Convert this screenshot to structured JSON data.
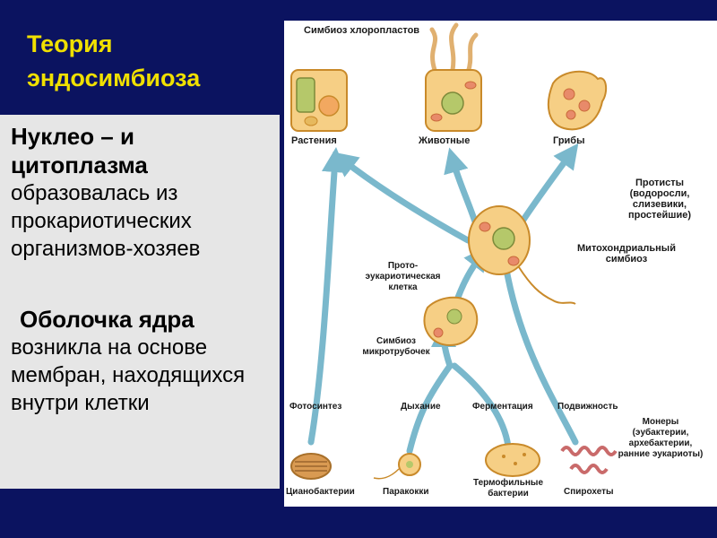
{
  "slide": {
    "title_line1": "Теория",
    "title_line2": "эндосимбиоза",
    "block1": {
      "bold": "Нуклео – и цитоплазма",
      "text": "образовалась из прокариотических организмов-хозяев"
    },
    "block2": {
      "bold": "Оболочка ядра",
      "text": "возникла на основе мембран, находящихся внутри клетки"
    }
  },
  "diagram": {
    "labels": {
      "symbiosis_chloroplasts": "Симбиоз хлоропластов",
      "plants": "Растения",
      "animals": "Животные",
      "fungi": "Грибы",
      "protists": "Протисты (водоросли, слизевики, простейшие)",
      "mito_symbiosis": "Митохондриальный симбиоз",
      "proto_eukaryotic": "Прото-эукариотическая клетка",
      "microtubule_symbiosis": "Симбиоз микротрубочек",
      "photosynthesis": "Фотосинтез",
      "respiration": "Дыхание",
      "fermentation": "Ферментация",
      "motility": "Подвижность",
      "monera": "Монеры (эубактерии, архебактерии, ранние эукариоты)",
      "cyanobacteria": "Цианобактерии",
      "paracocci": "Паракокки",
      "thermophilic": "Термофильные бактерии",
      "spirochetes": "Спирохеты"
    },
    "colors": {
      "arrow": "#7ab8cc",
      "cell_fill": "#f6cf85",
      "cell_stroke": "#c98a2a",
      "title": "#f0e000",
      "background": "#0b1360",
      "panel": "#e6e6e6"
    }
  }
}
